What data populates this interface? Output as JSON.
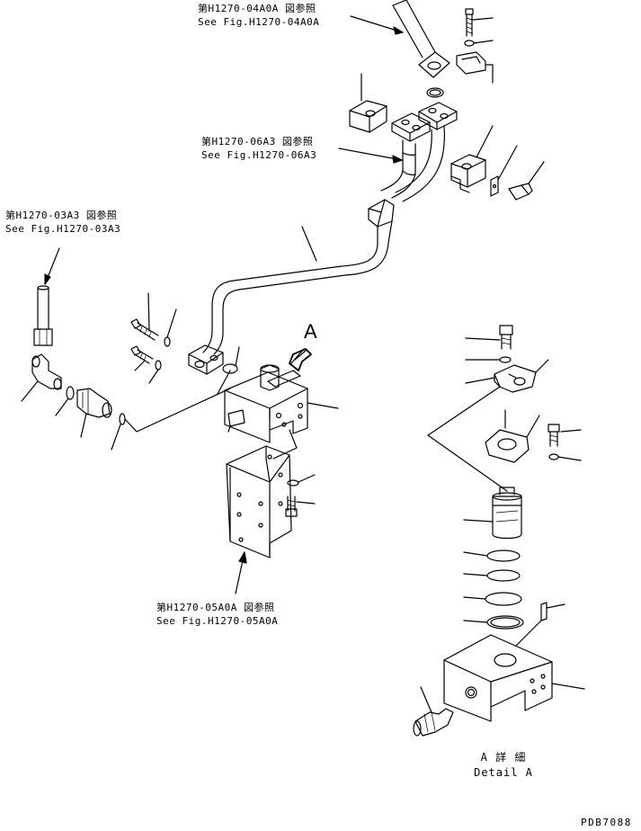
{
  "references": {
    "h04a0a": {
      "jp": "第H1270-04A0A 図参照",
      "en": "See Fig.H1270-04A0A"
    },
    "h06a3": {
      "jp": "第H1270-06A3 図参照",
      "en": "See Fig.H1270-06A3"
    },
    "h03a3": {
      "jp": "第H1270-03A3 図参照",
      "en": "See Fig.H1270-03A3"
    },
    "h05a0a": {
      "jp": "第H1270-05A0A 図参照",
      "en": "See Fig.H1270-05A0A"
    }
  },
  "view_marker": "A",
  "detail": {
    "jp": "A 詳 細",
    "en": "Detail A"
  },
  "figure_number": "PDB7088"
}
